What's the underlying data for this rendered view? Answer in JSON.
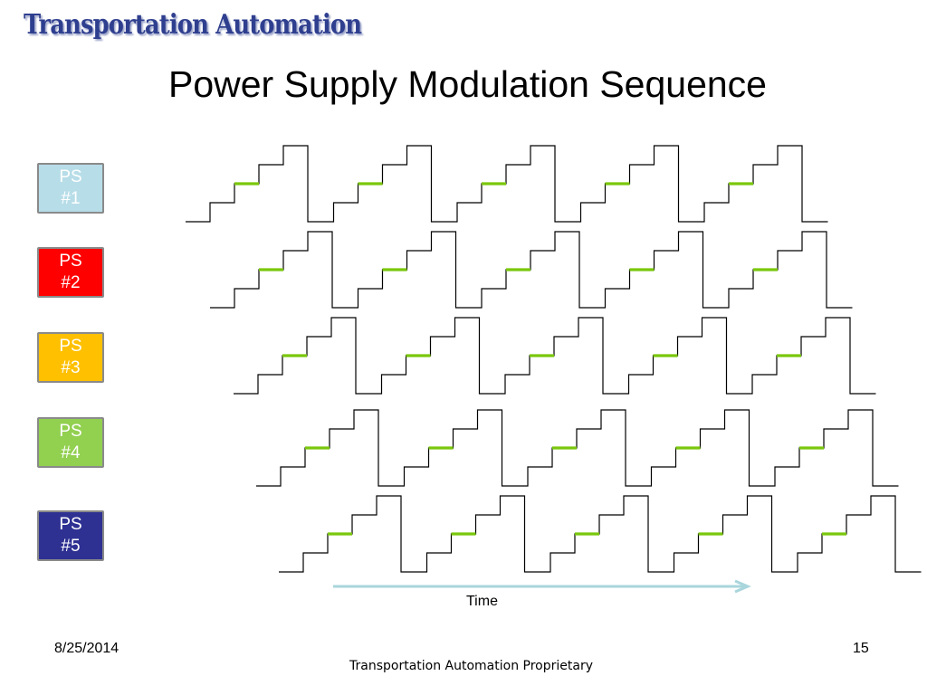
{
  "header": {
    "brand": "Transportation Automation",
    "title": "Power Supply Modulation Sequence"
  },
  "supplies": [
    {
      "line1": "PS",
      "line2": "#1",
      "bg": "#b7dde8",
      "fg": "#ffffff"
    },
    {
      "line1": "PS",
      "line2": "#2",
      "bg": "#ff0000",
      "fg": "#ffffff"
    },
    {
      "line1": "PS",
      "line2": "#3",
      "bg": "#ffc000",
      "fg": "#ffffff"
    },
    {
      "line1": "PS",
      "line2": "#4",
      "bg": "#92d050",
      "fg": "#ffffff"
    },
    {
      "line1": "PS",
      "line2": "#5",
      "bg": "#2e3192",
      "fg": "#ffffff"
    }
  ],
  "diagram": {
    "pulses_per_row": 5,
    "steps_per_pulse": 4,
    "highlight_step": 2,
    "highlight_color": "#7ac70c",
    "line_color": "#000000",
    "arrow_color": "#a9d6dc",
    "time_label": "Time"
  },
  "footer": {
    "date": "8/25/2014",
    "page": "15",
    "center": "Transportation Automation Proprietary"
  }
}
